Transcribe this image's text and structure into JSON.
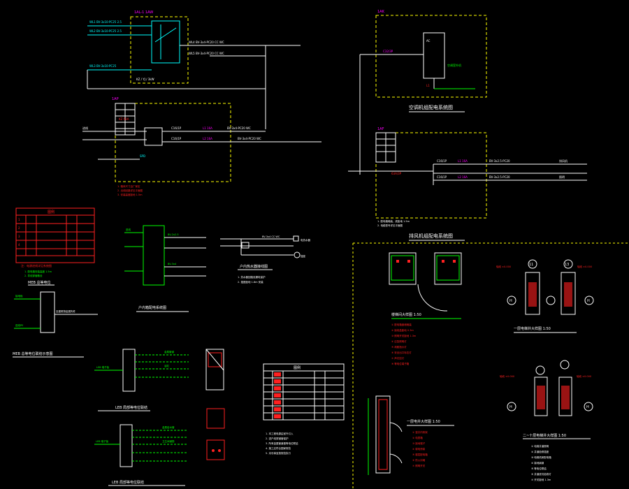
{
  "colors": {
    "background": "#000000",
    "line": "#ffffff",
    "border": "#ffff00",
    "accent_green": "#00ff00",
    "accent_cyan": "#00ffff",
    "accent_red": "#ff2020",
    "accent_magenta": "#ff00ff"
  },
  "drawing": {
    "panel_labels": {
      "meter_panel": "1AL-1 1AW",
      "power_panel": "1AP",
      "ac_panel": "1AK",
      "fan_panel": "1AF"
    },
    "system_titles": {
      "ac_system": "空调机组配电系统图",
      "fan_system": "排风机组配电系统图",
      "household": "户内箱配电系统图",
      "heater": "户内热水器接线图",
      "meb": "MEB  总等电位联结示意图",
      "leb_1": "LEB  局部等电位联结",
      "leb_2": "LEB  局部等电位联结"
    },
    "plan_titles": {
      "stair_plan": "楼梯间大样图 1:50",
      "elevator_plan_1": "一层电梯井大样图 1:50",
      "shaft_plan": "一层电井大样图 1:50",
      "elevator_plan_2": "二~十层电梯井大样图 1:50"
    },
    "table_headers": {
      "table_left": "图例",
      "table_mid": "图例"
    }
  }
}
